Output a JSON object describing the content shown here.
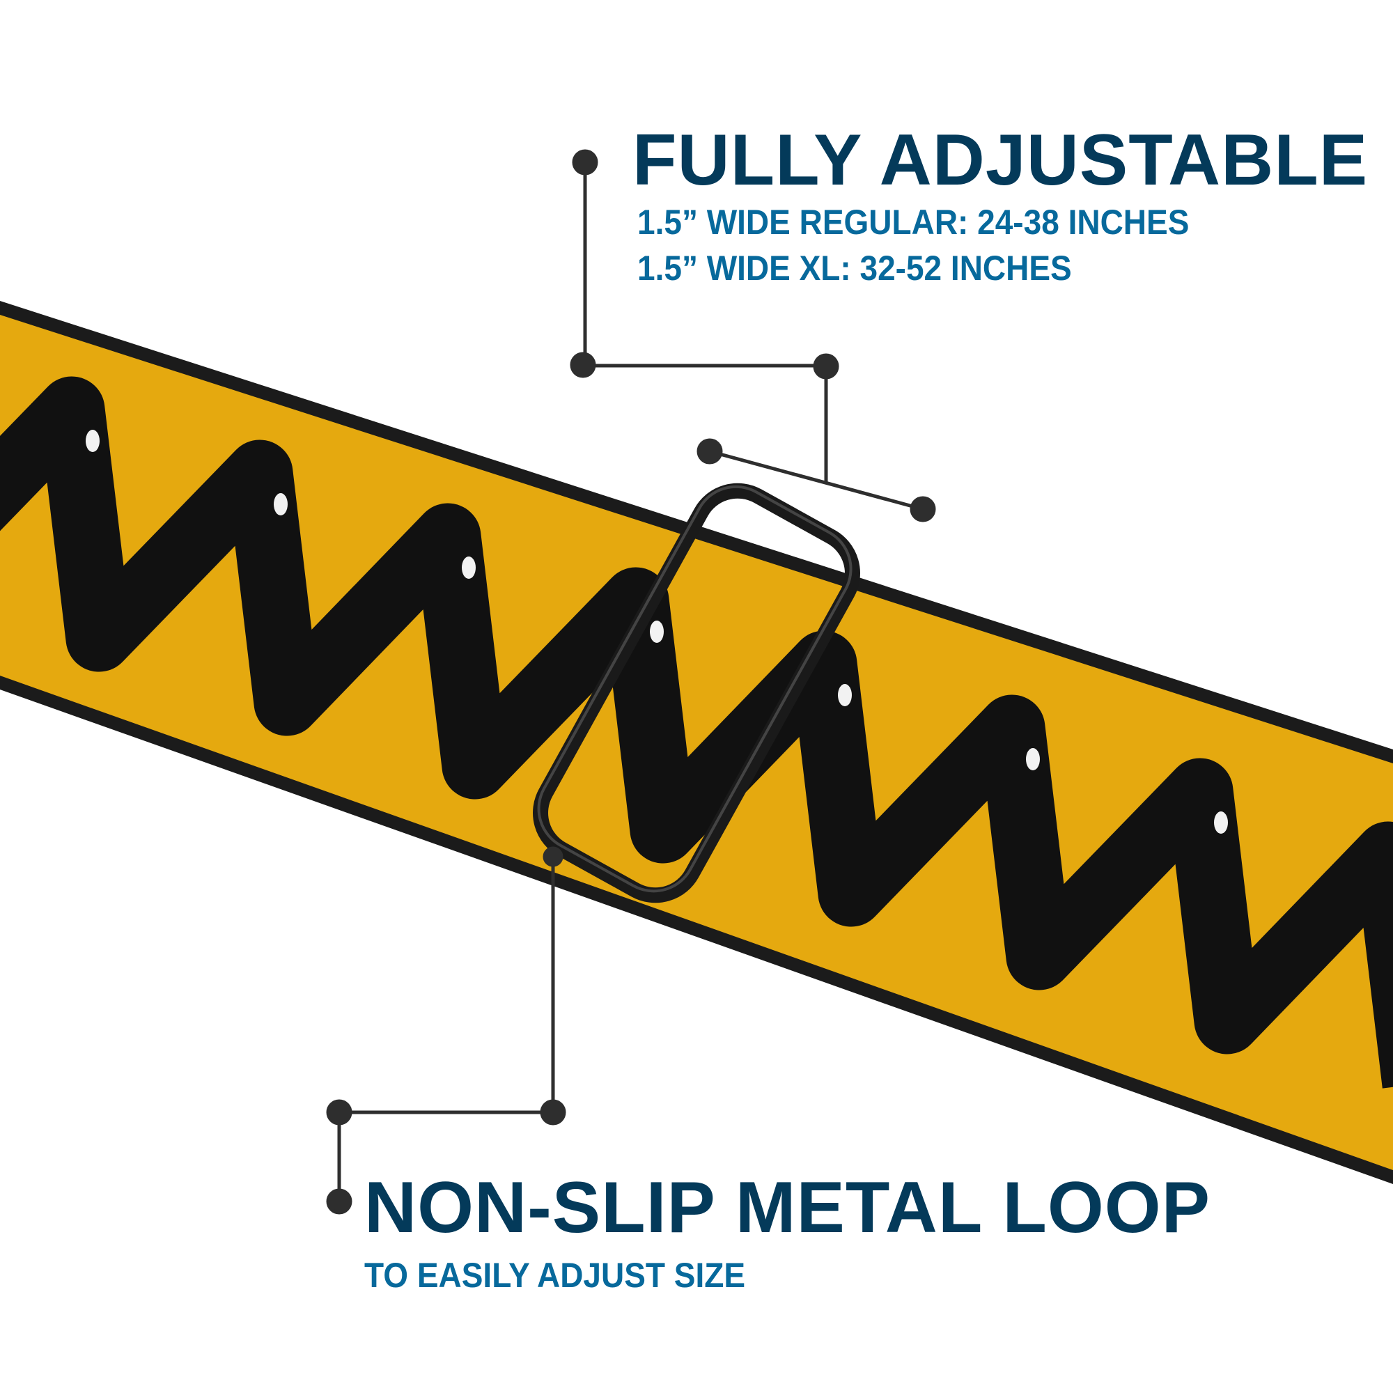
{
  "callouts": {
    "adjustable": {
      "title": "FULLY ADJUSTABLE",
      "lines": [
        "1.5”  WIDE REGULAR: 24-38 INCHES",
        "1.5” WIDE XL: 32-52 INCHES"
      ]
    },
    "loop": {
      "title": "NON-SLIP METAL LOOP",
      "subtitle": "TO EASILY ADJUST SIZE"
    }
  },
  "colors": {
    "strap_yellow": "#e5a90f",
    "strap_edge": "#1b1b1b",
    "pattern": "#111111",
    "title": "#043a5a",
    "subtitle": "#07699c",
    "callout_line": "#2e2e2e"
  }
}
